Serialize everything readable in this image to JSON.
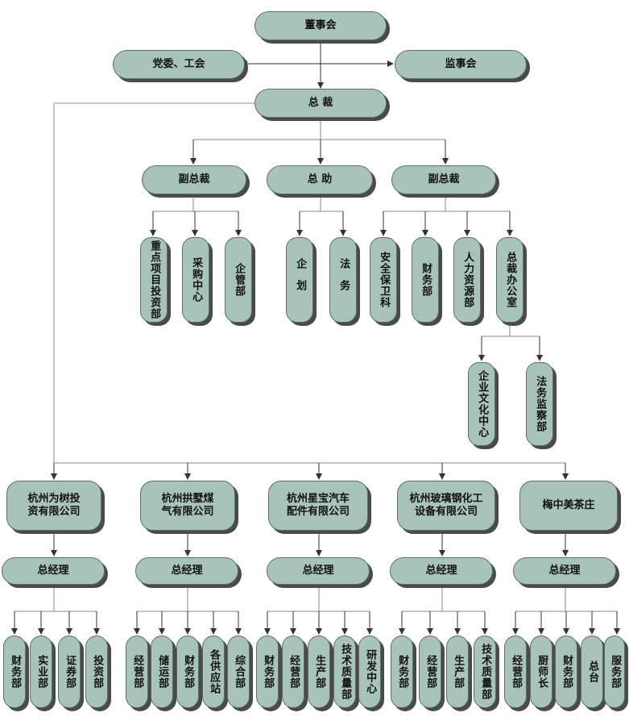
{
  "top": {
    "board": "董事会",
    "party": "党委、工会",
    "supervisory": "监事会",
    "president": "总 裁"
  },
  "vp1": {
    "label": "副总裁",
    "units": [
      "重点项目投资部",
      "采购中心",
      "企管部"
    ]
  },
  "assistant": {
    "label": "总 助",
    "units": [
      "企划",
      "法务"
    ]
  },
  "vp2": {
    "label": "副总裁",
    "units": [
      "安全保卫科",
      "财务部",
      "人力资源部",
      "总裁办公室"
    ]
  },
  "office": {
    "units": [
      "企业文化中心",
      "法务监察部"
    ]
  },
  "companies": [
    {
      "name": "杭州为树投\n资有限公司",
      "gm": "总经理",
      "depts": [
        "财务部",
        "实业部",
        "证券部",
        "投资部"
      ]
    },
    {
      "name": "杭州拱墅煤\n气有限公司",
      "gm": "总经理",
      "depts": [
        "经营部",
        "储运部",
        "财务部",
        "各供应站",
        "综合部"
      ]
    },
    {
      "name": "杭州星宝汽车\n配件有限公司",
      "gm": "总经理",
      "depts": [
        "财务部",
        "经营部",
        "生产部",
        "技术质量部",
        "研发中心"
      ]
    },
    {
      "name": "杭州玻璃钢化工\n设备有限公司",
      "gm": "总经理",
      "depts": [
        "财务部",
        "经营部",
        "生产部",
        "技术质量部"
      ]
    },
    {
      "name": "梅中美茶庄",
      "gm": "总经理",
      "depts": [
        "经营部",
        "厨师长",
        "财务部",
        "总台",
        "服务部"
      ]
    }
  ]
}
